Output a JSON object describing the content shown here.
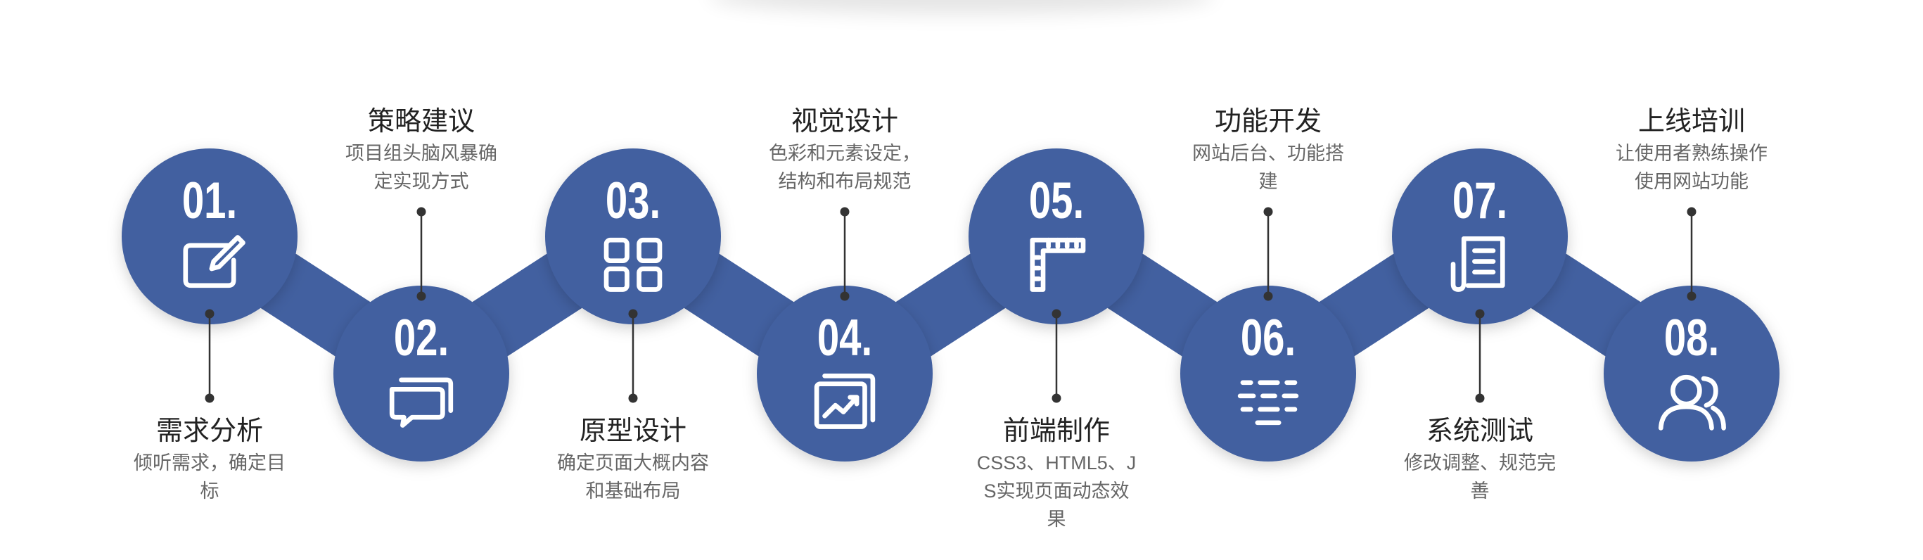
{
  "colors": {
    "circle": "#4260a0",
    "connector": "#333333",
    "text_title": "#222222",
    "text_desc": "#666666"
  },
  "steps": [
    {
      "num": "01.",
      "icon": "edit-icon",
      "title": "需求分析",
      "desc": "倾听需求，确定目标",
      "label_side": "below"
    },
    {
      "num": "02.",
      "icon": "chat-icon",
      "title": "策略建议",
      "desc": "项目组头脑风暴确定实现方式",
      "label_side": "above"
    },
    {
      "num": "03.",
      "icon": "grid-icon",
      "title": "原型设计",
      "desc": "确定页面大概内容和基础布局",
      "label_side": "below"
    },
    {
      "num": "04.",
      "icon": "image-icon",
      "title": "视觉设计",
      "desc": "色彩和元素设定，结构和布局规范",
      "label_side": "above"
    },
    {
      "num": "05.",
      "icon": "ruler-icon",
      "title": "前端制作",
      "desc": "CSS3、HTML5、JS实现页面动态效果",
      "label_side": "below"
    },
    {
      "num": "06.",
      "icon": "code-icon",
      "title": "功能开发",
      "desc": "网站后台、功能搭建",
      "label_side": "above"
    },
    {
      "num": "07.",
      "icon": "document-icon",
      "title": "系统测试",
      "desc": "修改调整、规范完善",
      "label_side": "below"
    },
    {
      "num": "08.",
      "icon": "users-icon",
      "title": "上线培训",
      "desc": "让使用者熟练操作使用网站功能",
      "label_side": "above"
    }
  ]
}
